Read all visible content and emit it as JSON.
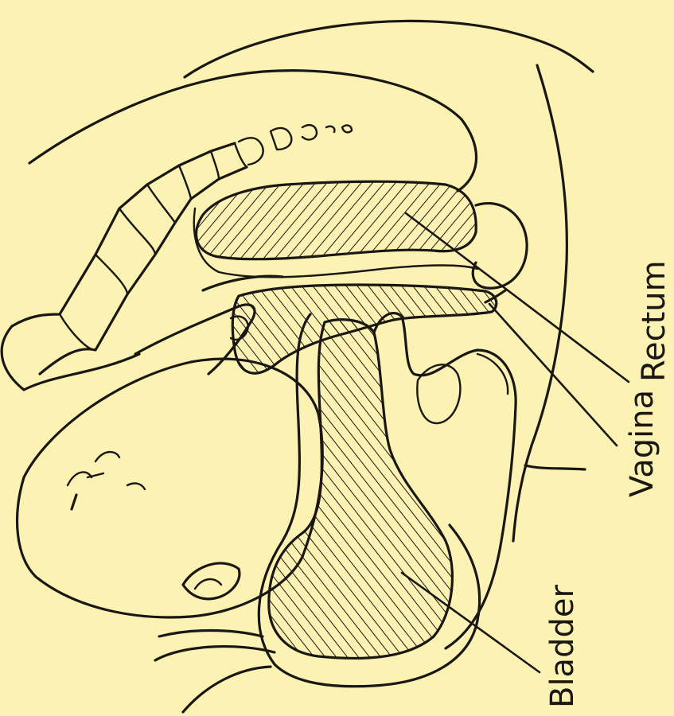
{
  "labels": {
    "rectum": "Rectum",
    "vagina": "Vagina",
    "bladder": "Bladder"
  },
  "colors": {
    "background": "#fbf2b3",
    "ink": "#1a1712"
  }
}
